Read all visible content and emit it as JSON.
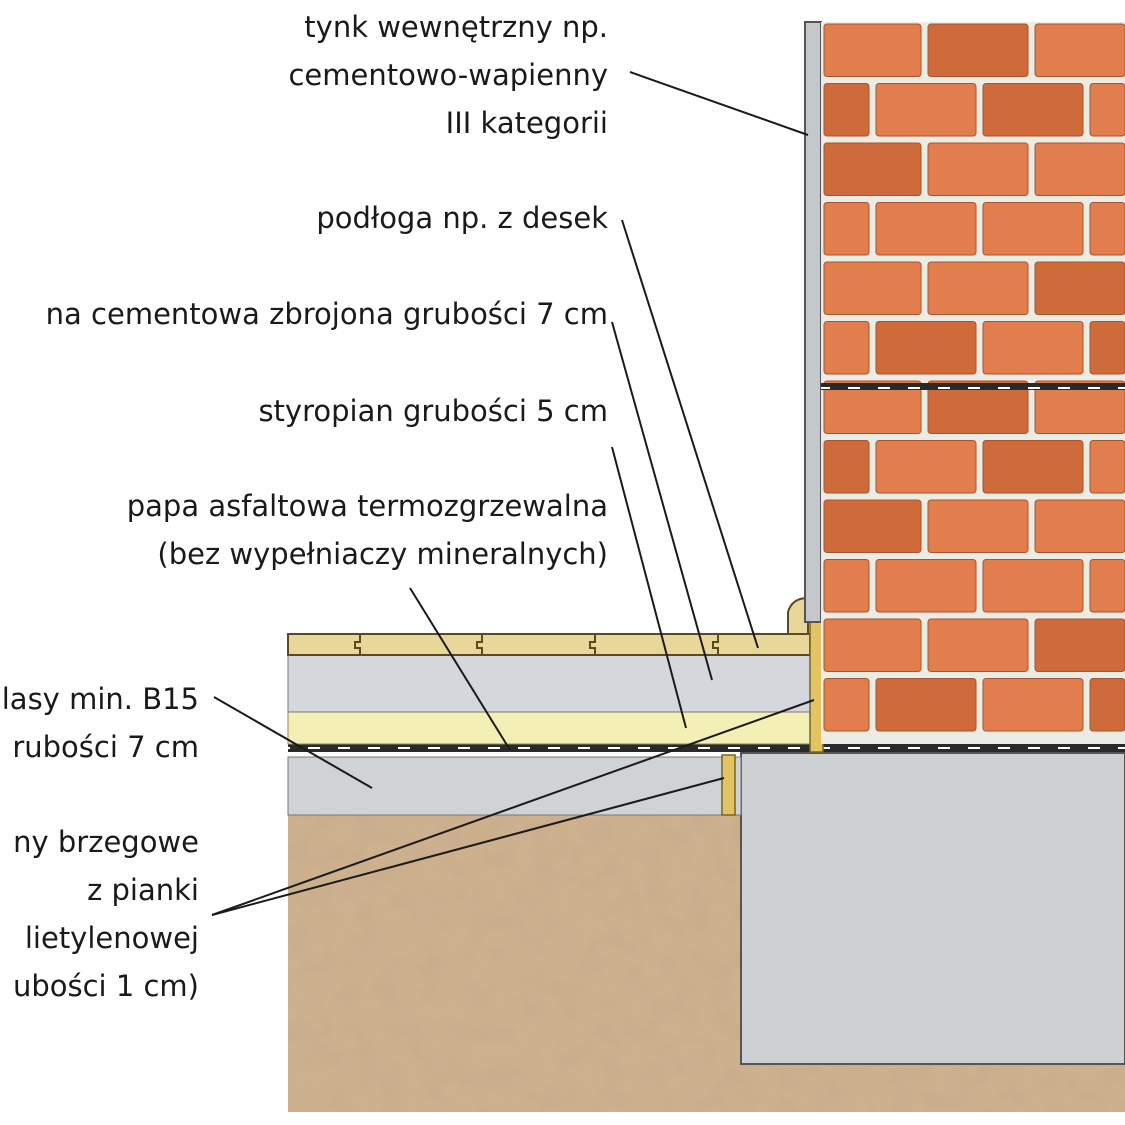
{
  "labels": {
    "plaster": [
      "tynk wewnętrzny np.",
      "cementowo-wapienny",
      "III kategorii"
    ],
    "floor": "podłoga np. z desek",
    "screed": "na cementowa zbrojona grubości 7 cm",
    "polystyrene": "styropian grubości 5 cm",
    "membrane": [
      "papa asfaltowa termozgrzewalna",
      "(bez wypełniaczy mineralnych)"
    ],
    "concrete": [
      "lasy min. B15",
      "rubości 7 cm"
    ],
    "edge_strips": [
      "ny brzegowe",
      "z pianki",
      "lietylenowej",
      "ubości 1 cm)"
    ]
  },
  "colors": {
    "brick": "#e27d4d",
    "brick_dark": "#cf6a3a",
    "mortar": "#ecece4",
    "plaster": "#c4c8cb",
    "board": "#e9d79a",
    "screed": "#d4d7db",
    "styrofoam": "#f4f0b5",
    "membrane": "#2a2a2a",
    "edge_foam": "#e2c465",
    "concrete": "#cfd3d6",
    "foundation": "#cdd1d4",
    "soil": "#cdb08e",
    "leader": "#1a1a1a"
  }
}
